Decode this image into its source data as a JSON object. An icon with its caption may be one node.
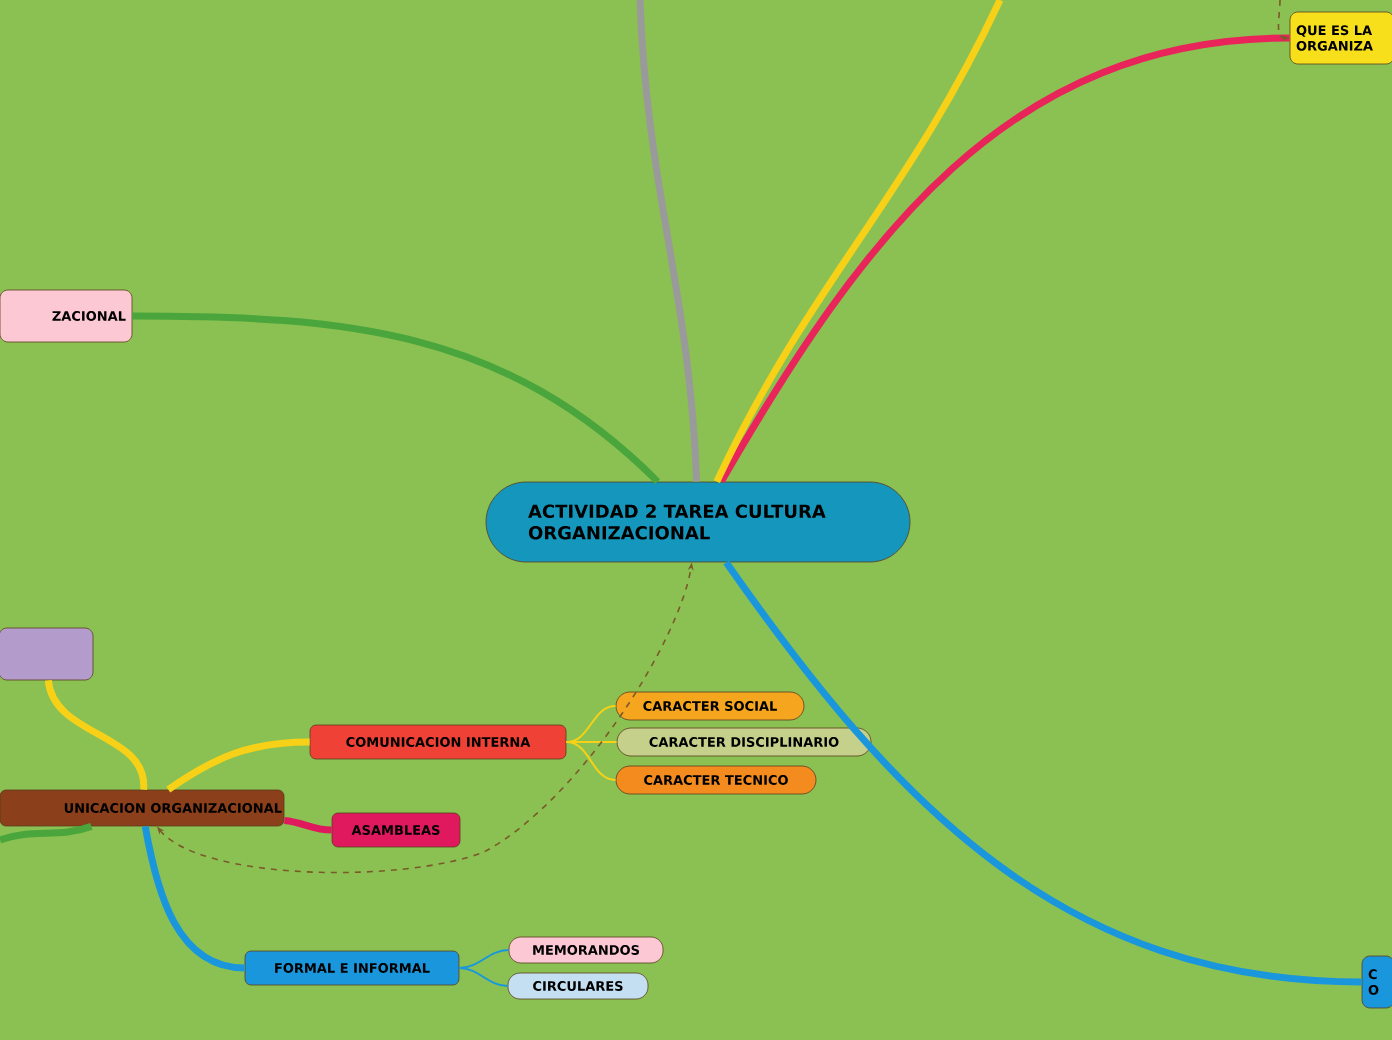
{
  "diagram": {
    "nodes": [
      {
        "text": [
          "ACTIVIDAD 2 TAREA CULTURA ORGANIZACIONAL"
        ]
      },
      {
        "text": [
          "QUE ES LA ORGANIZA"
        ]
      },
      {
        "text": [
          "ZACIONAL"
        ]
      },
      {
        "text": [],
        "shape": "box"
      },
      {
        "text": [
          "UNICACION ORGANIZACIONAL"
        ]
      },
      {
        "text": [
          "COMUNICACION INTERNA"
        ]
      },
      {
        "text": [
          "CARACTER SOCIAL"
        ]
      },
      {
        "text": [
          "CARACTER DISCIPLINARIO"
        ]
      },
      {
        "text": [
          "CARACTER TECNICO"
        ]
      },
      {
        "text": [
          "ASAMBLEAS"
        ]
      },
      {
        "text": [
          "FORMAL E INFORMAL"
        ]
      },
      {
        "text": [
          "MEMORANDOS"
        ]
      },
      {
        "text": [
          "CIRCULARES"
        ]
      },
      {
        "text": [
          "C O"
        ]
      }
    ],
    "edges": [
      {
        "from": 0,
        "to": 1,
        "arrow": "none",
        "color": "#e8245a"
      },
      {
        "from": 0,
        "to": 2,
        "arrow": "none",
        "color": "#4aa63c"
      },
      {
        "from": 0,
        "to": 13,
        "arrow": "none",
        "color": "#1a97dc"
      },
      {
        "from": 0,
        "to": null,
        "arrow": "none",
        "color": "#9a9a9a"
      },
      {
        "from": 0,
        "to": null,
        "arrow": "none",
        "color": "#f7d117"
      },
      {
        "from": 3,
        "to": 4,
        "arrow": "none",
        "color": "#f7d117"
      },
      {
        "from": null,
        "to": 4,
        "arrow": "none",
        "color": "#4aa63c"
      },
      {
        "from": 4,
        "to": 5,
        "arrow": "none",
        "color": "#f7d117"
      },
      {
        "from": 4,
        "to": 9,
        "arrow": "none",
        "color": "#e0195e"
      },
      {
        "from": 4,
        "to": 10,
        "arrow": "none",
        "color": "#1a97dc"
      },
      {
        "from": 5,
        "to": 6,
        "arrow": "none",
        "color": "#f7d117"
      },
      {
        "from": 5,
        "to": 7,
        "arrow": "none",
        "color": "#f7d117"
      },
      {
        "from": 5,
        "to": 8,
        "arrow": "none",
        "color": "#f7d117"
      },
      {
        "from": 10,
        "to": 11,
        "arrow": "none",
        "color": "#1a97dc"
      },
      {
        "from": 10,
        "to": 12,
        "arrow": "none",
        "color": "#1a97dc"
      },
      {
        "from": 4,
        "to": 0,
        "arrow": "both",
        "style": "dashed",
        "color": "#7a5a2a"
      },
      {
        "from": null,
        "to": 1,
        "arrow": "to",
        "style": "dashed",
        "color": "#7a5a2a"
      }
    ]
  }
}
